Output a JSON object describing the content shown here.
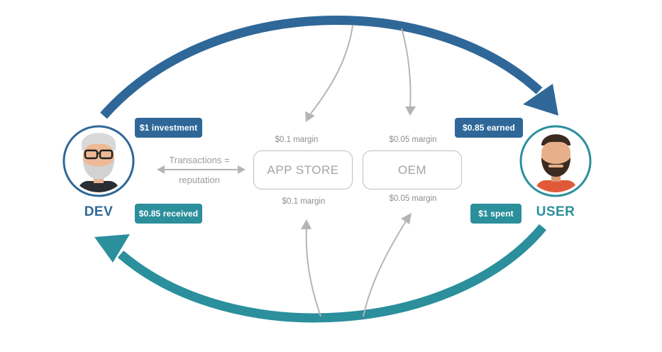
{
  "nodes": {
    "dev": {
      "label": "DEV",
      "color": "#2f6898"
    },
    "user": {
      "label": "USER",
      "color": "#2b8f9c"
    },
    "app_store": {
      "label": "APP STORE",
      "margin_top": "$0.1 margin",
      "margin_bottom": "$0.1 margin"
    },
    "oem": {
      "label": "OEM",
      "margin_top": "$0.05 margin",
      "margin_bottom": "$0.05 margin"
    }
  },
  "badges": {
    "investment": "$1 investment",
    "received": "$0.85 received",
    "earned": "$0.85 earned",
    "spent": "$1 spent"
  },
  "transactions": {
    "line1": "Transactions =",
    "line2": "reputation"
  },
  "colors": {
    "blue": "#2f6898",
    "teal": "#2b8f9c",
    "gray": "#b5b5b5"
  }
}
